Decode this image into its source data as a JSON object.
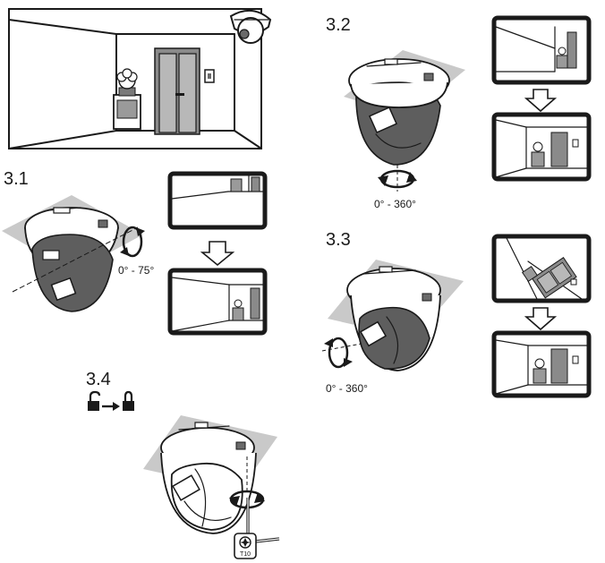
{
  "steps": {
    "s31": {
      "label": "3.1",
      "angle": "0° - 75°"
    },
    "s32": {
      "label": "3.2",
      "angle": "0° - 360°"
    },
    "s33": {
      "label": "3.3",
      "angle": "0° - 360°"
    },
    "s34": {
      "label": "3.4",
      "tool": "T10"
    }
  },
  "icons": {
    "unlocked": "padlock-open-icon",
    "arrow": "arrow-right-icon",
    "locked": "padlock-closed-icon"
  },
  "colors": {
    "line": "#1a1a1a",
    "ceiling_plate": "#c9c9c9",
    "camera_dark": "#5e5e5e"
  }
}
